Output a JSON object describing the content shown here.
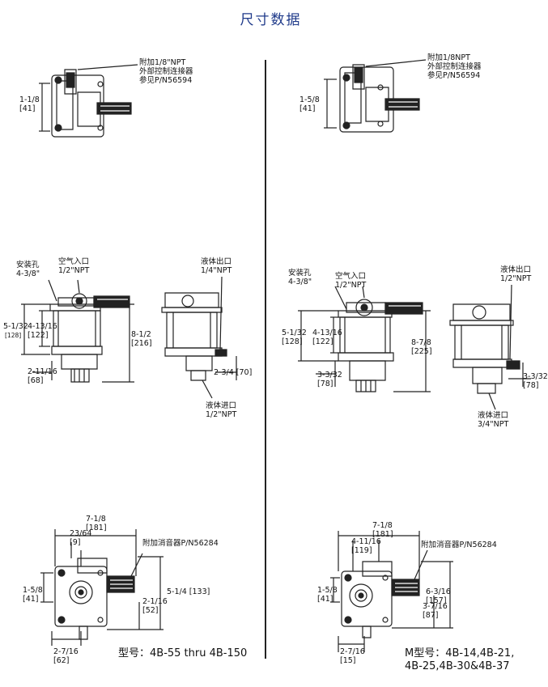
{
  "page": {
    "title": "尺寸数据",
    "accent_color": "#1f3a8a"
  },
  "left": {
    "top_view": {
      "connector_note": "附加1/8\"NPT\n外部控制连接器\n参见P/N56594",
      "dim_height": "1-1/8\n[41]"
    },
    "side_view": {
      "mount_hole": "安装孔\n4-3/8\"",
      "air_inlet": "空气入口\n1/2\"NPT",
      "fluid_outlet": "液体出口\n1/4\"NPT",
      "dim_5_1_32": "5-1/32",
      "dim_5_1_32_mm": "[128]",
      "dim_4_13_16": "4-13/16\n[122]",
      "dim_8_1_2": "8-1/2\n[216]",
      "dim_2_11_16": "2-11/16\n[68]",
      "dim_2_3_4": "2-3/4 [70]",
      "fluid_inlet": "液体进口\n1/2\"NPT"
    },
    "bottom_view": {
      "dim_7_1_8": "7-1/8\n[181]",
      "dim_23_64": "23/64\n[9]",
      "muffler": "附加消音器P/N56284",
      "dim_1_5_8": "1-5/8\n[41]",
      "dim_5_1_4": "5-1/4 [133]",
      "dim_2_1_16": "2-1/16\n[52]",
      "dim_2_7_16": "2-7/16\n[62]",
      "model": "型号：4B-55 thru 4B-150"
    }
  },
  "right": {
    "top_view": {
      "connector_note": "附加1/8NPT\n外部控制连接器\n参见P/N56594",
      "dim_height": "1-5/8\n[41]"
    },
    "side_view": {
      "mount_hole": "安装孔\n4-3/8\"",
      "air_inlet": "空气入口\n1/2\"NPT",
      "fluid_outlet": "液体出口\n1/2\"NPT",
      "dim_5_1_32": "5-1/32\n[128]",
      "dim_4_13_16": "4-13/16\n[122]",
      "dim_8_7_8": "8-7/8\n[225]",
      "dim_3_3_32": "3-3/32\n[78]",
      "dim_3_3_32_right": "3-3/32\n[78]",
      "fluid_inlet": "液体进口\n3/4\"NPT"
    },
    "bottom_view": {
      "dim_7_1_8": "7-1/8\n[181]",
      "dim_4_11_16": "4-11/16\n[119]",
      "muffler": "附加消音器P/N56284",
      "dim_1_5_8": "1-5/8\n[41]",
      "dim_6_3_16": "6-3/16\n[157]",
      "dim_3_7_16": "3-7/16\n[87]",
      "dim_2_7_16": "2-7/16\n[15]",
      "model": "M型号：4B-14,4B-21,\n4B-25,4B-30&4B-37"
    }
  }
}
